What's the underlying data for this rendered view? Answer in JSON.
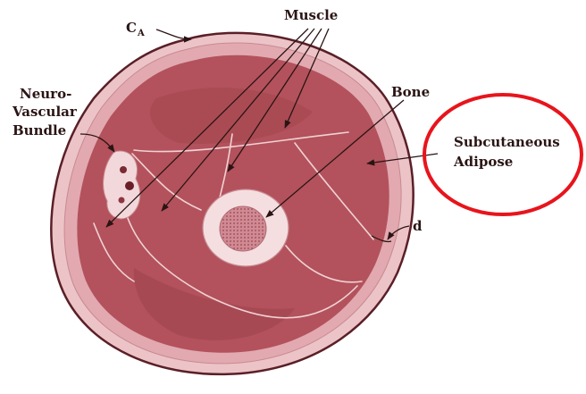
{
  "labels": {
    "ca_main": "C",
    "ca_sub": "A",
    "muscle": "Muscle",
    "neuro_line1": "Neuro-",
    "neuro_line2": "Vascular",
    "neuro_line3": "Bundle",
    "bone": "Bone",
    "subq_line1": "Subcutaneous",
    "subq_line2": "Adipose",
    "d": "d"
  },
  "colors": {
    "skin_fill": "#ecc4c8",
    "skin_outline": "#5a1f27",
    "fat_fill": "#e2a9b0",
    "muscle_fill": "#b3525c",
    "muscle_dark": "#8e3640",
    "fascia_line": "#f0d2d5",
    "bone_cortex": "#f4dee0",
    "marrow": "#c77882",
    "highlight_circle": "#e8141c",
    "arrow": "#2a1414"
  },
  "highlight": {
    "target": "subcutaneous-adipose"
  }
}
